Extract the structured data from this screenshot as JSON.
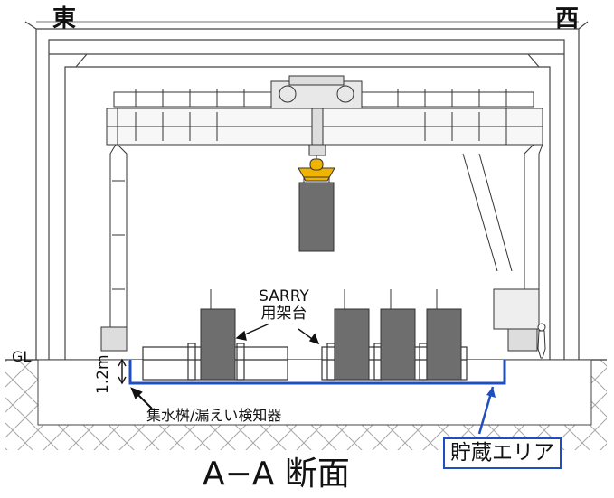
{
  "figure": {
    "label_east": "東",
    "label_west": "西",
    "label_gl": "GL",
    "label_sarry_line1": "SARRY",
    "label_sarry_line2": "用架台",
    "label_height": "1.2m",
    "label_sump": "集水桝/漏えい検知器",
    "label_storage_area": "貯蔵エリア",
    "caption": "A−A  断面"
  },
  "colors": {
    "storage_outline": "#1f4fbf",
    "hook": "#f0b400",
    "container": "#6e6e6e",
    "line": "#333333",
    "ground_hatch": "#9a9a9a"
  }
}
